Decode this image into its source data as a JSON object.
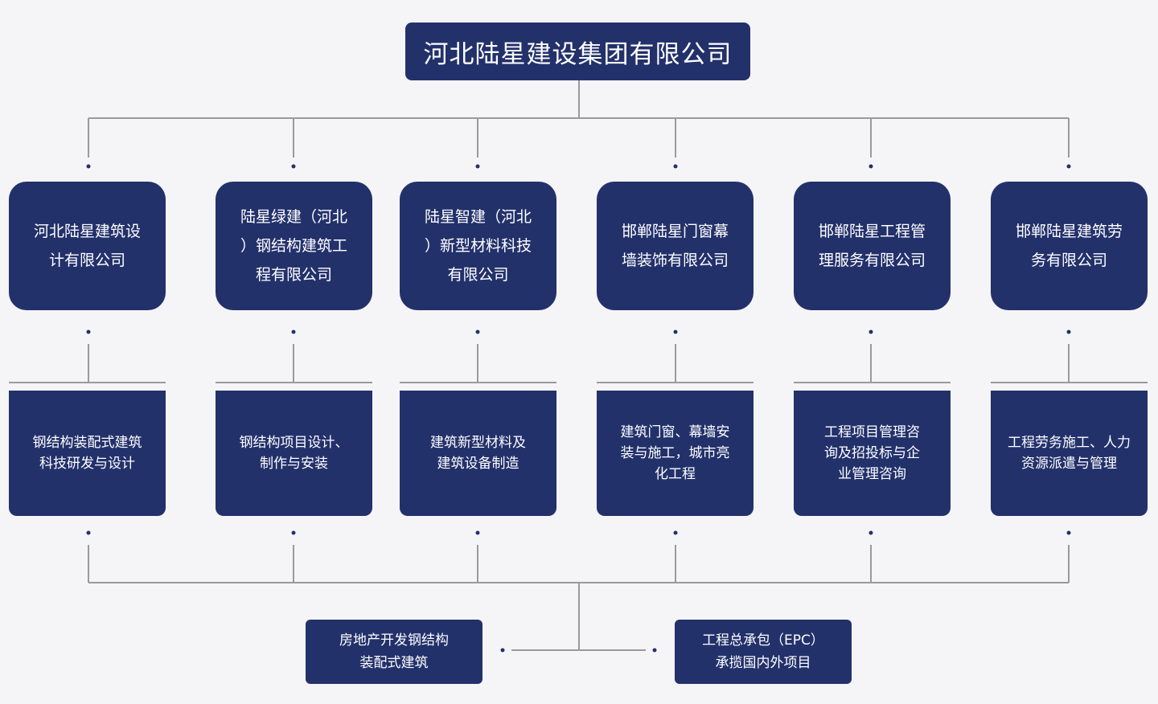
{
  "root": {
    "label": "河北陆星建设集团有限公司"
  },
  "companies": [
    {
      "label": "河北陆星建筑设\n计有限公司"
    },
    {
      "label": "陆星绿建（河北\n）钢结构建筑工\n程有限公司"
    },
    {
      "label": "陆星智建（河北\n）新型材料科技\n有限公司"
    },
    {
      "label": "邯郸陆星门窗幕\n墙装饰有限公司"
    },
    {
      "label": "邯郸陆星工程管\n理服务有限公司"
    },
    {
      "label": "邯郸陆星建筑劳\n务有限公司"
    }
  ],
  "services": [
    {
      "label": "钢结构装配式建筑\n科技研发与设计"
    },
    {
      "label": "钢结构项目设计、\n制作与安装"
    },
    {
      "label": "建筑新型材料及\n建筑设备制造"
    },
    {
      "label": "建筑门窗、幕墙安\n装与施工，城市亮\n化工程"
    },
    {
      "label": "工程项目管理咨\n询及招投标与企\n业管理咨询"
    },
    {
      "label": "工程劳务施工、人力\n资源派遣与管理"
    }
  ],
  "bottom": [
    {
      "label": "房地产开发钢结构\n装配式建筑"
    },
    {
      "label": "工程总承包（EPC）\n承揽国内外项目"
    }
  ],
  "colors": {
    "box": "#23316b",
    "line": "#9a9a9a",
    "dot": "#23316b",
    "background": "#f5f5f7"
  }
}
